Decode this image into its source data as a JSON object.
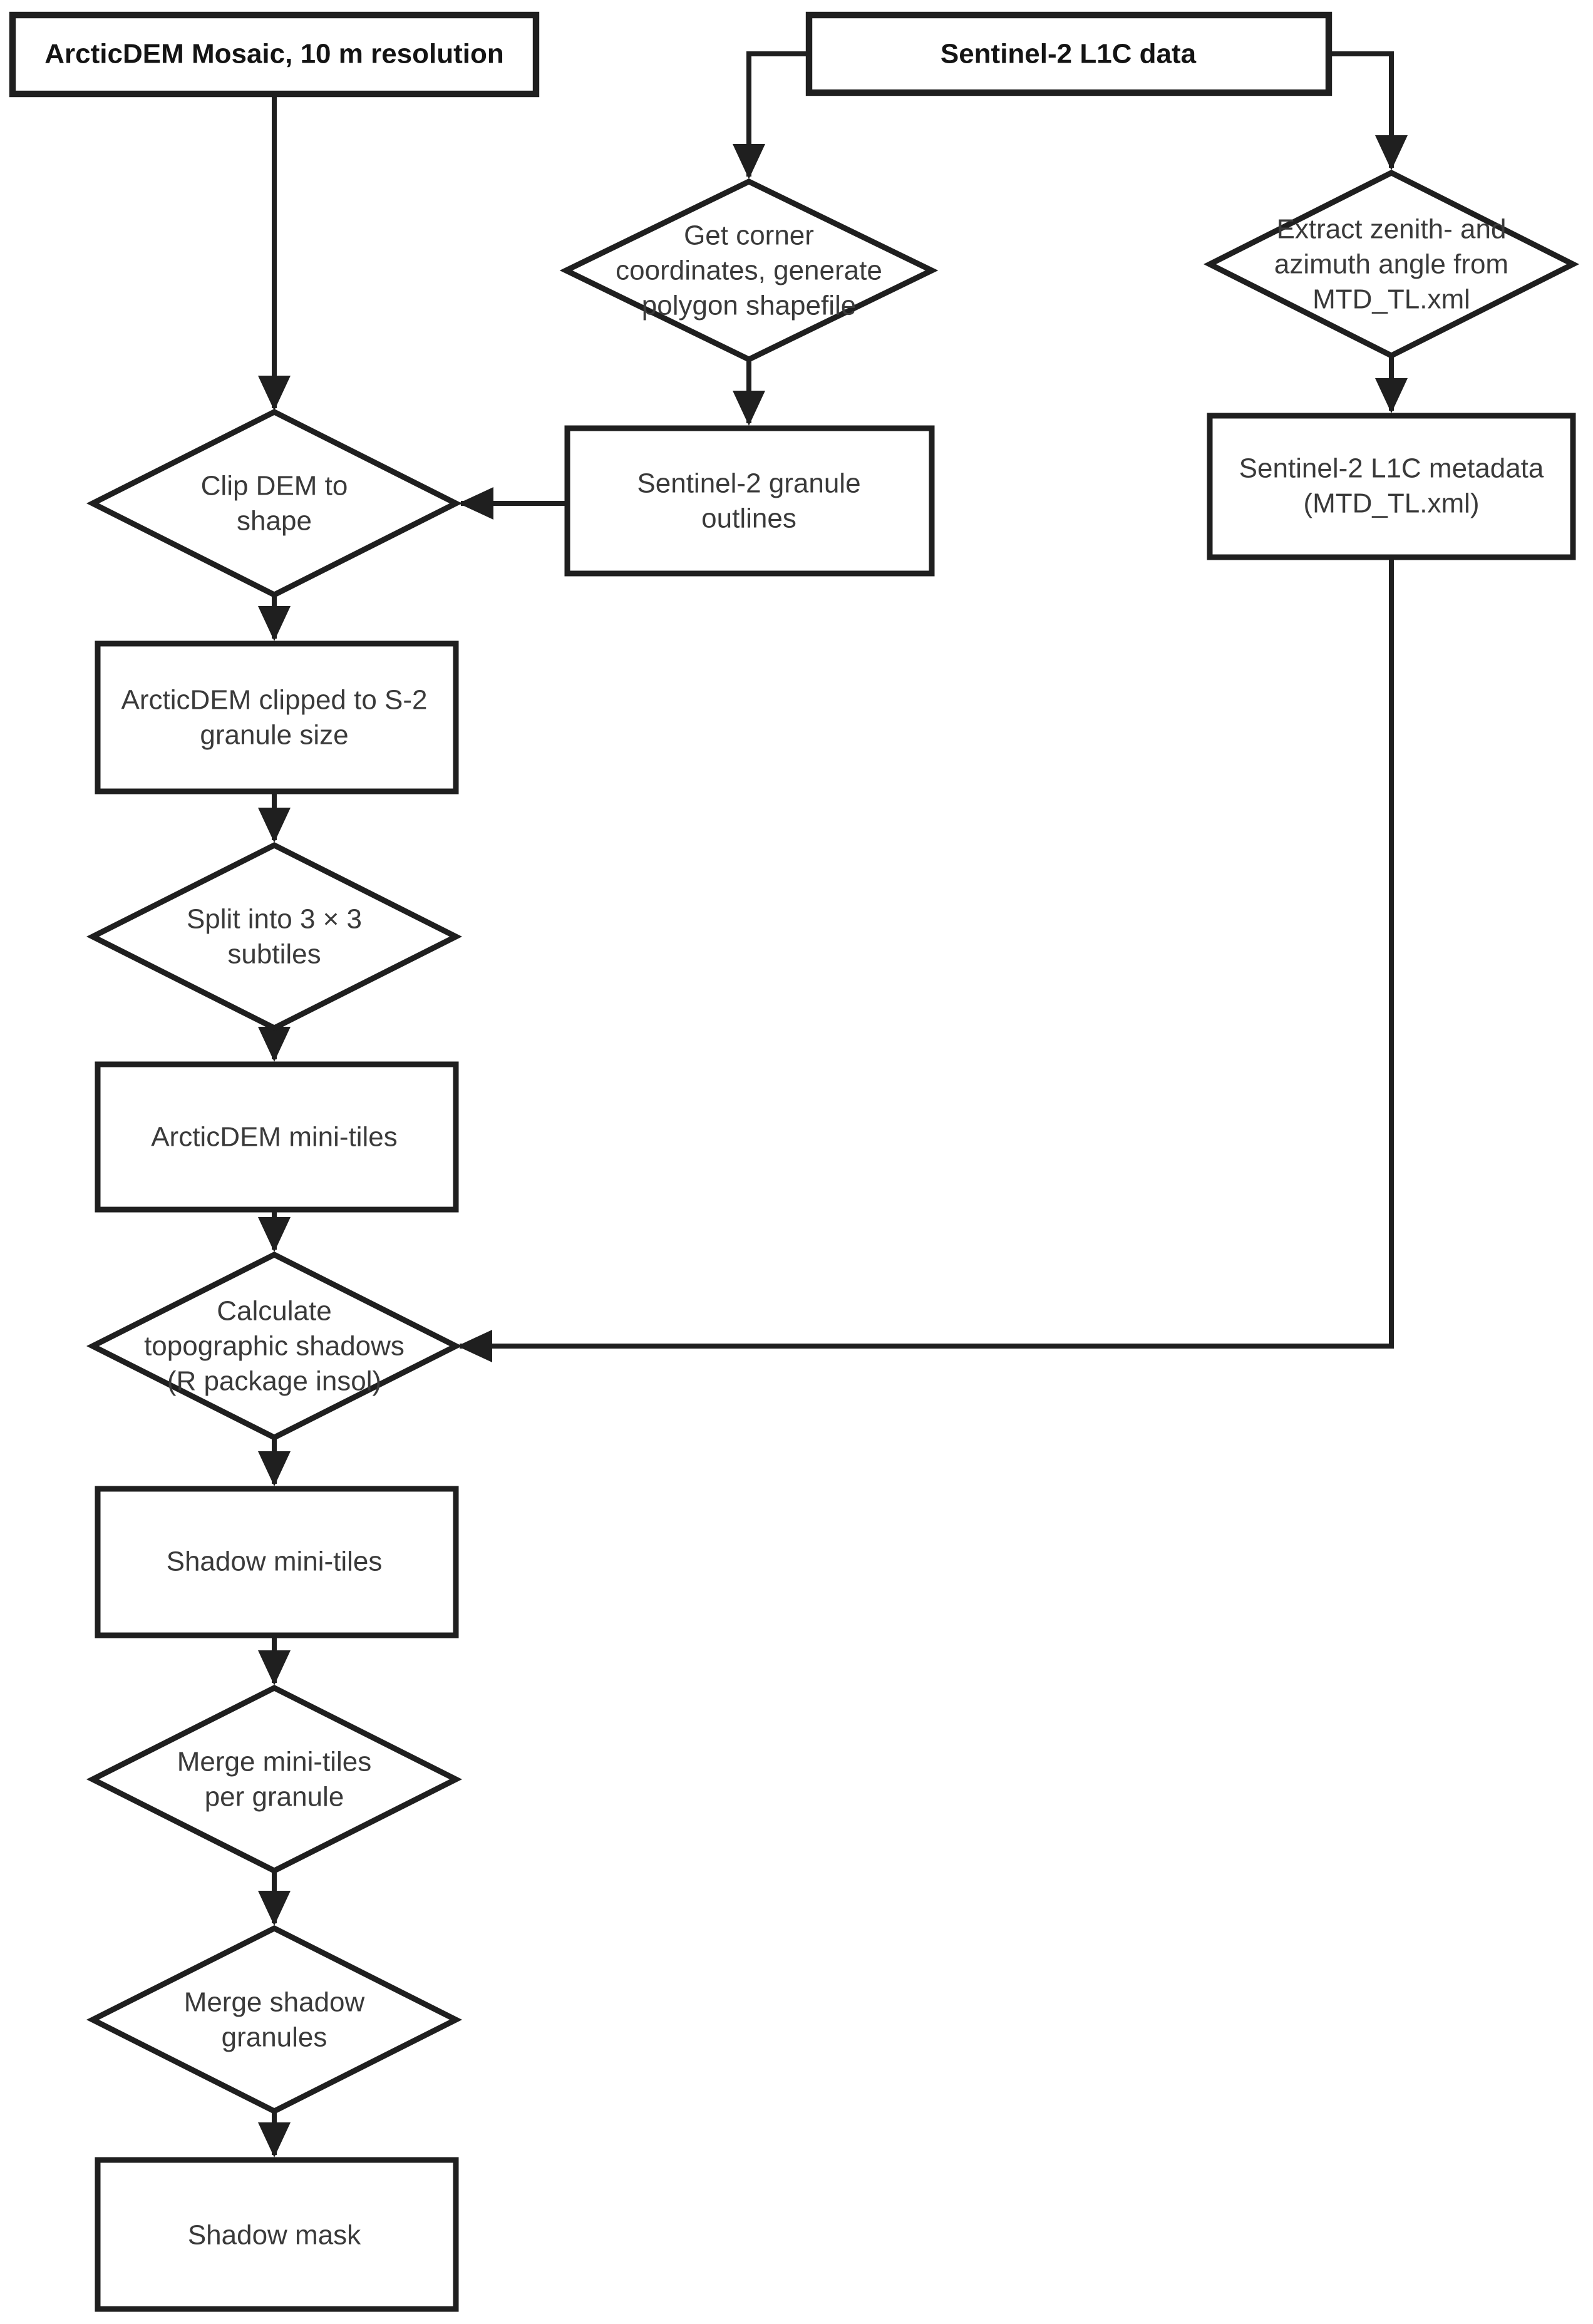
{
  "nodes": {
    "arcticdem_mosaic": {
      "shape": "rectangle",
      "emphasis": "bold",
      "lines": [
        "ArcticDEM Mosaic, 10 m resolution"
      ]
    },
    "sentinel2_l1c": {
      "shape": "rectangle",
      "emphasis": "bold",
      "lines": [
        "Sentinel-2 L1C data"
      ]
    },
    "get_corner": {
      "shape": "diamond",
      "emphasis": "regular",
      "lines": [
        "Get corner",
        "coordinates, generate",
        "polygon shapefile"
      ]
    },
    "extract_angles": {
      "shape": "diamond",
      "emphasis": "regular",
      "lines": [
        "Extract zenith- and",
        "azimuth angle from",
        "MTD_TL.xml"
      ]
    },
    "granule_outlines": {
      "shape": "rectangle",
      "emphasis": "regular",
      "lines": [
        "Sentinel-2 granule",
        "outlines"
      ]
    },
    "l1c_metadata": {
      "shape": "rectangle",
      "emphasis": "regular",
      "lines": [
        "Sentinel-2 L1C metadata",
        "(MTD_TL.xml)"
      ]
    },
    "clip_dem": {
      "shape": "diamond",
      "emphasis": "regular",
      "lines": [
        "Clip DEM to",
        "shape"
      ]
    },
    "dem_clipped": {
      "shape": "rectangle",
      "emphasis": "regular",
      "lines": [
        "ArcticDEM clipped to S-2",
        "granule size"
      ]
    },
    "split_subtiles": {
      "shape": "diamond",
      "emphasis": "regular",
      "lines": [
        "Split into 3 × 3",
        "subtiles"
      ]
    },
    "dem_minitiles": {
      "shape": "rectangle",
      "emphasis": "regular",
      "lines": [
        "ArcticDEM mini-tiles"
      ]
    },
    "calc_shadows": {
      "shape": "diamond",
      "emphasis": "regular",
      "lines": [
        "Calculate",
        "topographic shadows",
        "(R package insol)"
      ]
    },
    "shadow_minitiles": {
      "shape": "rectangle",
      "emphasis": "regular",
      "lines": [
        "Shadow mini-tiles"
      ]
    },
    "merge_minitiles": {
      "shape": "diamond",
      "emphasis": "regular",
      "lines": [
        "Merge mini-tiles",
        "per granule"
      ]
    },
    "merge_granules": {
      "shape": "diamond",
      "emphasis": "regular",
      "lines": [
        "Merge shadow",
        "granules"
      ]
    },
    "shadow_mask": {
      "shape": "rectangle",
      "emphasis": "regular",
      "lines": [
        "Shadow mask"
      ]
    }
  },
  "colors": {
    "background": "#ffffff",
    "stroke": "#1f1f1f",
    "text": "#3a3a3a",
    "text_bold": "#141414"
  }
}
